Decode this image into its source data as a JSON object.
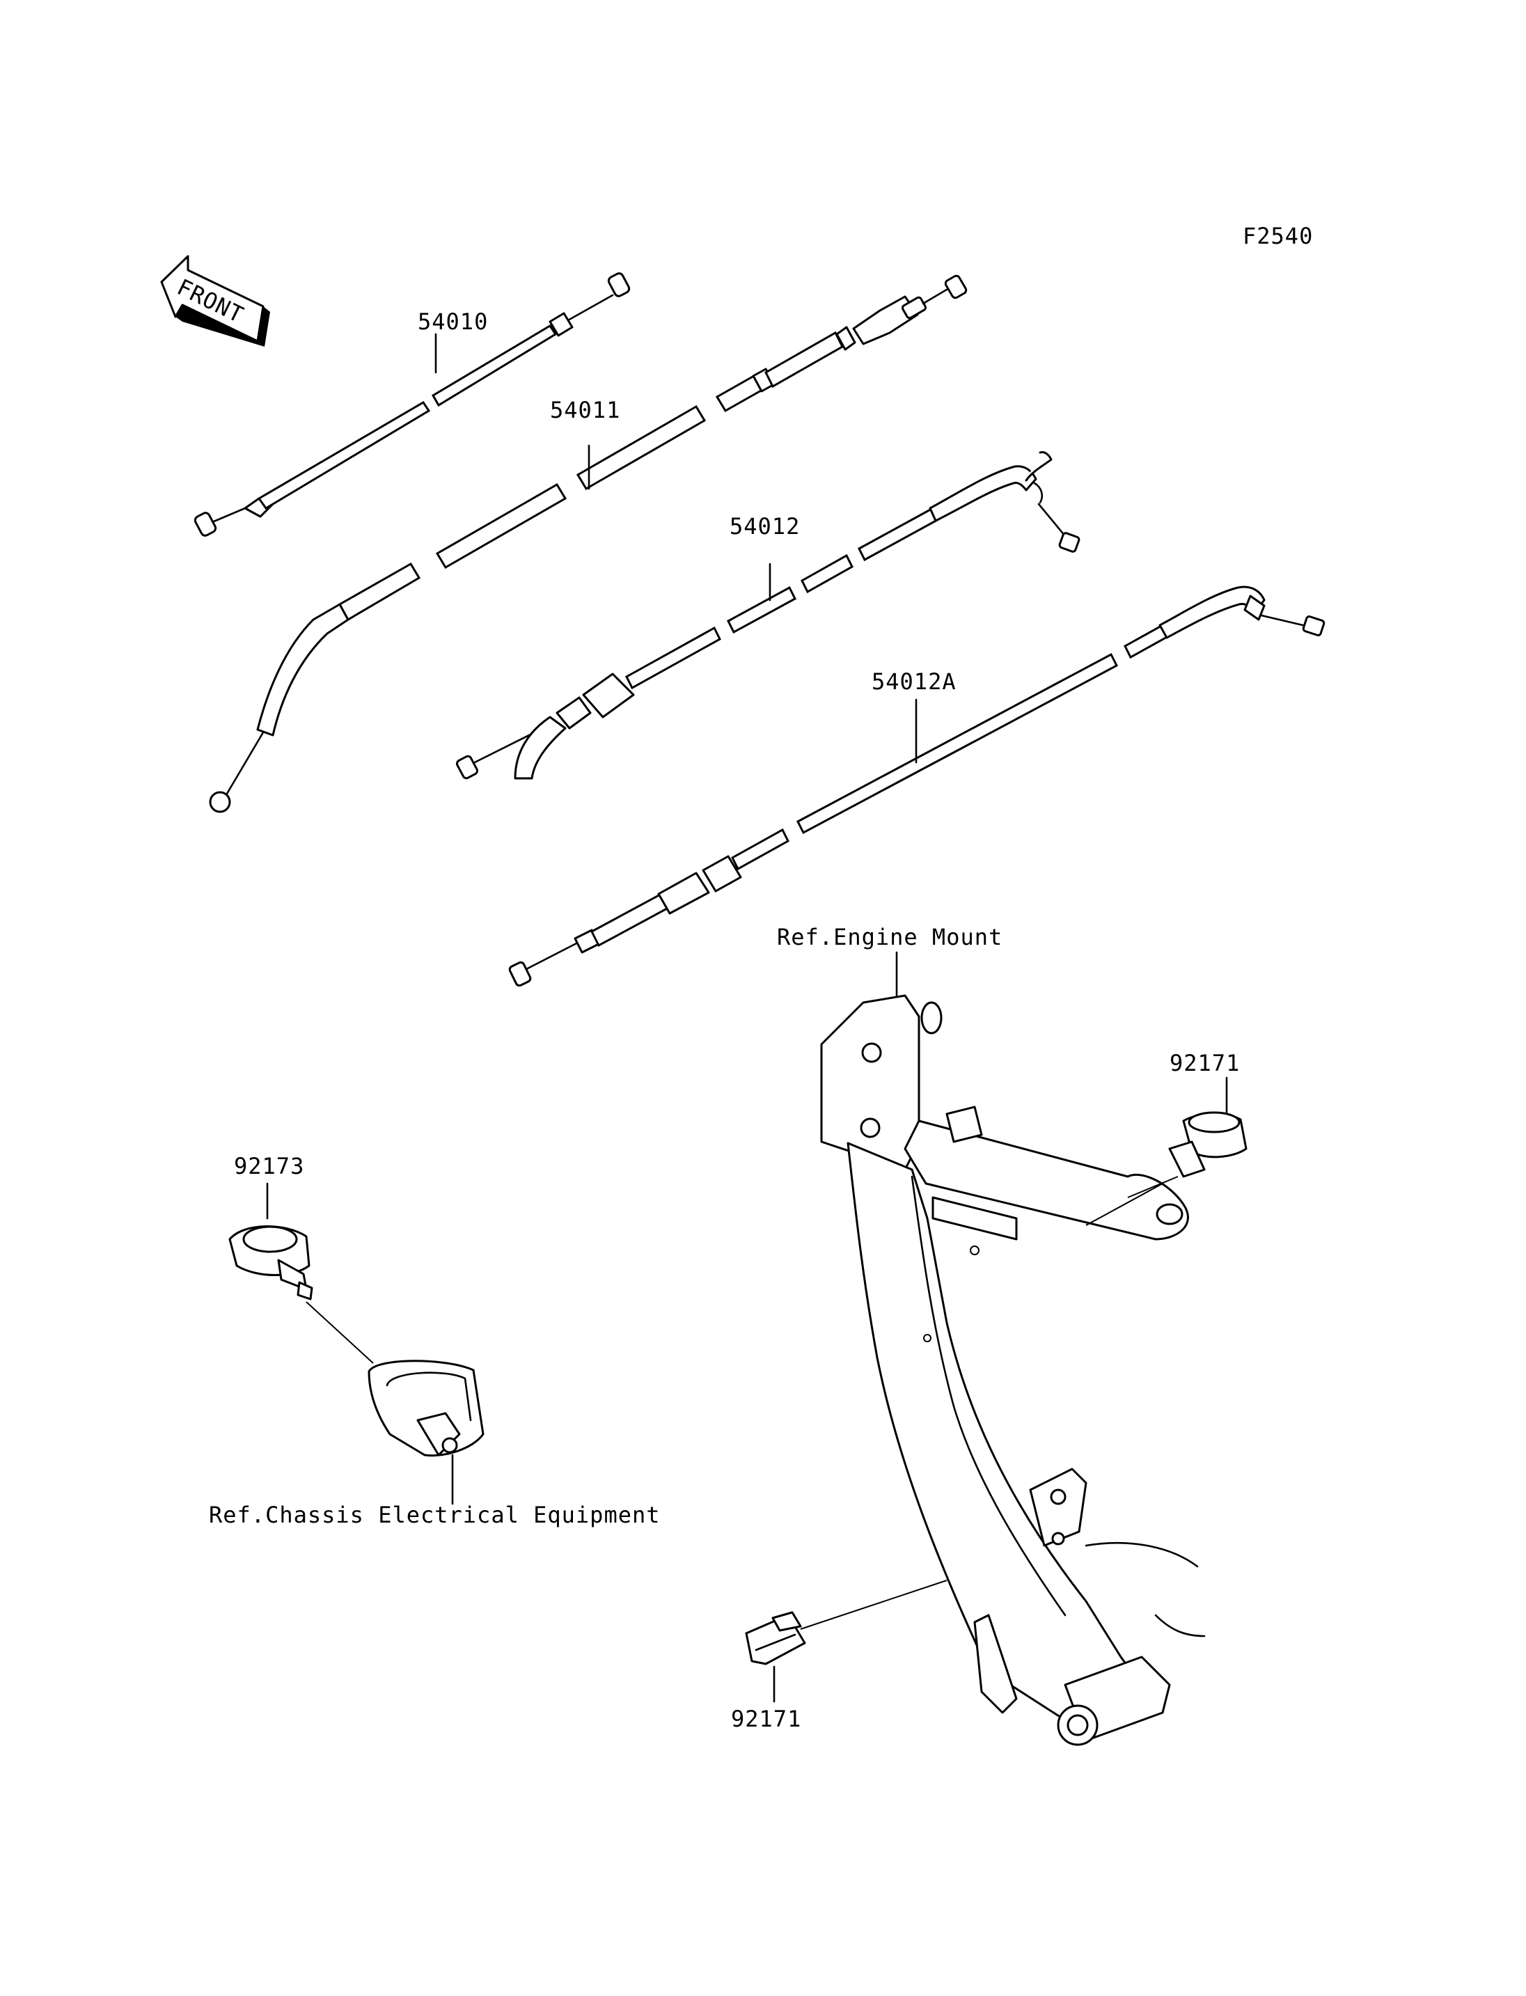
{
  "figure_code": "F2540",
  "front_arrow_label": "FRONT",
  "parts": {
    "cable_1": "54010",
    "cable_2": "54011",
    "cable_3": "54012",
    "cable_4": "54012A",
    "holder_upper_right": "92171",
    "holder_left": "92173",
    "holder_lower": "92171"
  },
  "references": {
    "engine_mount": "Ref.Engine Mount",
    "chassis_electrical": "Ref.Chassis Electrical Equipment"
  }
}
